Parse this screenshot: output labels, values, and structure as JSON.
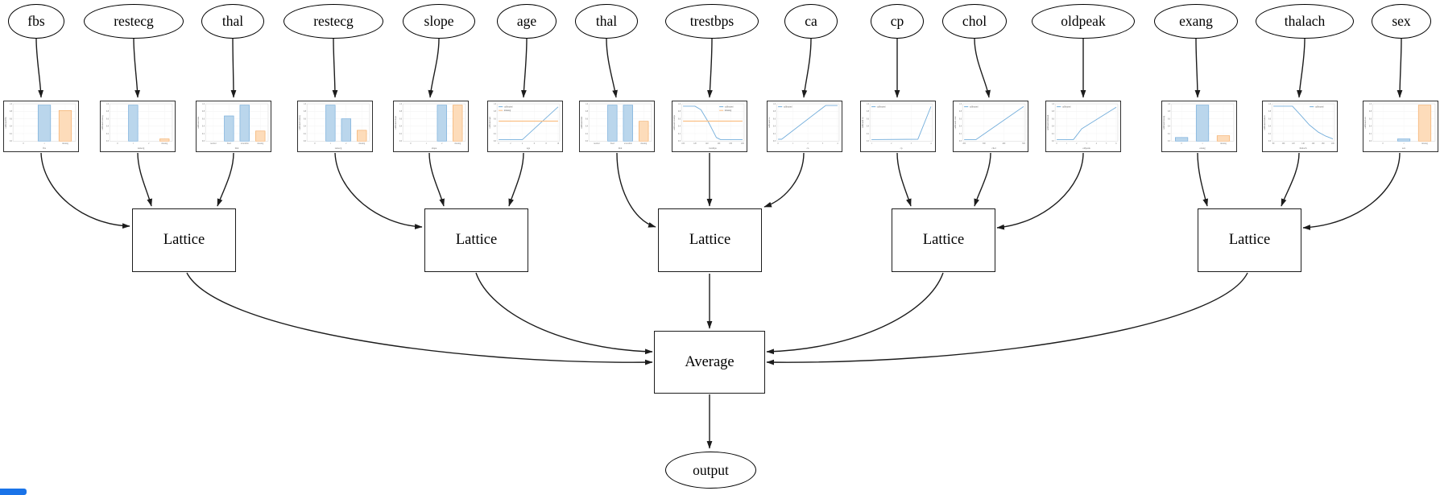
{
  "diagram": {
    "kind": "lattice-ensemble-graph",
    "node_stroke": "#000000",
    "edge_color": "#1c1c1c",
    "background": "#ffffff",
    "corner_artifact_color": "#1a73e8"
  },
  "palette": {
    "bar_blue_fill": "#bad6ec",
    "bar_blue_stroke": "#6fa8d8",
    "bar_orange_fill": "#fddcba",
    "bar_orange_stroke": "#f2a860",
    "line_blue": "#74aedb",
    "line_orange": "#fbbf85",
    "grid": "#ededed",
    "frame": "#c9c9c9",
    "tick_text": "#777777",
    "label_text": "#666666"
  },
  "nodes": {
    "features": [
      {
        "label": "fbs",
        "chart": {
          "type": "bar",
          "ylabel": "calibrated fbs",
          "xlabel": "fbs",
          "yticks": [
            "1.0",
            "0.8",
            "0.6",
            "0.4",
            "0.2",
            "0.0"
          ],
          "categories": [
            "0",
            "1",
            "missing"
          ],
          "values": [
            0,
            1.0,
            0.85
          ]
        }
      },
      {
        "label": "restecg",
        "chart": {
          "type": "bar",
          "ylabel": "calibrated restecg",
          "xlabel": "restecg",
          "yticks": [
            "1.0",
            "0.8",
            "0.6",
            "0.4",
            "0.2",
            "0.0"
          ],
          "categories": [
            "0",
            "1",
            "2",
            "missing"
          ],
          "values": [
            0,
            1.0,
            0,
            0.06
          ]
        }
      },
      {
        "label": "thal",
        "chart": {
          "type": "bar",
          "ylabel": "calibrated thal",
          "xlabel": "thal",
          "yticks": [
            "1.0",
            "0.8",
            "0.6",
            "0.4",
            "0.2",
            "0.0"
          ],
          "categories": [
            "normal",
            "fixed",
            "reversible",
            "missing"
          ],
          "values": [
            0,
            0.7,
            1.0,
            0.28
          ]
        }
      },
      {
        "label": "restecg",
        "chart": {
          "type": "bar",
          "ylabel": "calibrated restecg",
          "xlabel": "restecg",
          "yticks": [
            "1.0",
            "0.8",
            "0.6",
            "0.4",
            "0.2",
            "0.0"
          ],
          "categories": [
            "0",
            "1",
            "2",
            "missing"
          ],
          "values": [
            0,
            1.0,
            0.62,
            0.3
          ]
        }
      },
      {
        "label": "slope",
        "chart": {
          "type": "bar",
          "ylabel": "calibrated slope",
          "xlabel": "slope",
          "yticks": [
            "1.0",
            "0.8",
            "0.6",
            "0.4",
            "0.2",
            "0.0"
          ],
          "categories": [
            "0",
            "1",
            "2",
            "missing"
          ],
          "values": [
            0,
            0,
            1.0,
            1.0
          ]
        }
      },
      {
        "label": "age",
        "chart": {
          "type": "line",
          "ylabel": "calibrated age",
          "xlabel": "age",
          "yticks": [
            "1.0",
            "0.8",
            "0.6",
            "0.4",
            "0.2",
            "0.0"
          ],
          "xticks": [
            "0",
            "2",
            "4",
            "6",
            "8",
            "10"
          ],
          "legend_pos": "tl",
          "series": [
            {
              "name": "calibrated",
              "color": "blue",
              "points": [
                [
                  0,
                  0.02
                ],
                [
                  0.4,
                  0.02
                ],
                [
                  1,
                  0.96
                ]
              ]
            },
            {
              "name": "missing",
              "color": "orange",
              "points": [
                [
                  0,
                  0.55
                ],
                [
                  1,
                  0.55
                ]
              ]
            }
          ]
        }
      },
      {
        "label": "thal",
        "chart": {
          "type": "bar",
          "ylabel": "calibrated thal",
          "xlabel": "thal",
          "yticks": [
            "1.0",
            "0.8",
            "0.6",
            "0.4",
            "0.2",
            "0.0"
          ],
          "categories": [
            "normal",
            "fixed",
            "reversible",
            "missing"
          ],
          "values": [
            0,
            1.0,
            1.0,
            0.55
          ]
        }
      },
      {
        "label": "trestbps",
        "chart": {
          "type": "line",
          "ylabel": "calibrated trestbps",
          "xlabel": "trestbps",
          "yticks": [
            "1.0",
            "0.8",
            "0.6",
            "0.4",
            "0.2",
            "0.0"
          ],
          "xticks": [
            "100",
            "120",
            "140",
            "160",
            "180",
            "200"
          ],
          "legend_pos": "tr",
          "series": [
            {
              "name": "calibrated",
              "color": "blue",
              "points": [
                [
                  0,
                  0.98
                ],
                [
                  0.2,
                  0.98
                ],
                [
                  0.3,
                  0.88
                ],
                [
                  0.44,
                  0.48
                ],
                [
                  0.56,
                  0.08
                ],
                [
                  0.63,
                  0.02
                ],
                [
                  1,
                  0.02
                ]
              ]
            },
            {
              "name": "missing",
              "color": "orange",
              "points": [
                [
                  0,
                  0.55
                ],
                [
                  1,
                  0.55
                ]
              ]
            }
          ]
        }
      },
      {
        "label": "ca",
        "chart": {
          "type": "line",
          "ylabel": "calibrated ca",
          "xlabel": "ca",
          "yticks": [
            "1.0",
            "0.8",
            "0.6",
            "0.4",
            "0.2",
            "0.0"
          ],
          "xticks": [
            "0",
            "1",
            "2",
            "3",
            "4"
          ],
          "legend_pos": "tl",
          "series": [
            {
              "name": "calibrated",
              "color": "blue",
              "points": [
                [
                  0,
                  0.03
                ],
                [
                  0.06,
                  0.03
                ],
                [
                  0.8,
                  1.0
                ],
                [
                  1,
                  1.0
                ]
              ]
            }
          ]
        }
      },
      {
        "label": "cp",
        "chart": {
          "type": "line",
          "ylabel": "calibrated cp",
          "xlabel": "cp",
          "yticks": [
            "1.0",
            "0.8",
            "0.6",
            "0.4",
            "0.2",
            "0.0"
          ],
          "xticks": [
            "1",
            "2",
            "3",
            "4"
          ],
          "legend_pos": "tl",
          "series": [
            {
              "name": "calibrated",
              "color": "blue",
              "points": [
                [
                  0,
                  0.02
                ],
                [
                  0.78,
                  0.03
                ],
                [
                  1,
                  0.97
                ]
              ]
            }
          ]
        }
      },
      {
        "label": "chol",
        "chart": {
          "type": "line",
          "ylabel": "calibrated chol",
          "xlabel": "chol",
          "yticks": [
            "1.0",
            "0.8",
            "0.6",
            "0.4",
            "0.2",
            "0.0"
          ],
          "xticks": [
            "200",
            "300",
            "400",
            "500"
          ],
          "legend_pos": "tl",
          "series": [
            {
              "name": "calibrated",
              "color": "blue",
              "points": [
                [
                  0,
                  0.02
                ],
                [
                  0.2,
                  0.02
                ],
                [
                  1,
                  0.97
                ]
              ]
            }
          ]
        }
      },
      {
        "label": "oldpeak",
        "chart": {
          "type": "line",
          "ylabel": "calibrated oldpeak",
          "xlabel": "oldpeak",
          "yticks": [
            "1.0",
            "0.8",
            "0.6",
            "0.4",
            "0.2",
            "0.0"
          ],
          "xticks": [
            "0",
            "1",
            "2",
            "3",
            "4",
            "5",
            "6"
          ],
          "legend_pos": "tl",
          "series": [
            {
              "name": "calibrated",
              "color": "blue",
              "points": [
                [
                  0,
                  0.02
                ],
                [
                  0.28,
                  0.02
                ],
                [
                  0.42,
                  0.33
                ],
                [
                  1,
                  0.95
                ]
              ]
            }
          ]
        }
      },
      {
        "label": "exang",
        "chart": {
          "type": "bar",
          "ylabel": "calibrated exang",
          "xlabel": "exang",
          "yticks": [
            "1.0",
            "0.8",
            "0.6",
            "0.4",
            "0.2",
            "0.0"
          ],
          "categories": [
            "0",
            "1",
            "missing"
          ],
          "values": [
            0.1,
            1.0,
            0.15
          ]
        }
      },
      {
        "label": "thalach",
        "chart": {
          "type": "line",
          "ylabel": "calibrated thalach",
          "xlabel": "thalach",
          "yticks": [
            "1.0",
            "0.8",
            "0.6",
            "0.4",
            "0.2",
            "0.0"
          ],
          "xticks": [
            "80",
            "100",
            "120",
            "140",
            "160",
            "180",
            "200"
          ],
          "legend_pos": "tr",
          "series": [
            {
              "name": "calibrated",
              "color": "blue",
              "points": [
                [
                  0,
                  0.98
                ],
                [
                  0.32,
                  0.98
                ],
                [
                  0.46,
                  0.72
                ],
                [
                  0.6,
                  0.45
                ],
                [
                  0.75,
                  0.24
                ],
                [
                  0.88,
                  0.12
                ],
                [
                  1,
                  0.04
                ]
              ]
            }
          ]
        }
      },
      {
        "label": "sex",
        "chart": {
          "type": "bar",
          "ylabel": "calibrated sex",
          "xlabel": "sex",
          "yticks": [
            "1.0",
            "0.8",
            "0.6",
            "0.4",
            "0.2",
            "0.0"
          ],
          "categories": [
            "0",
            "1",
            "missing"
          ],
          "values": [
            0,
            0.06,
            1.0
          ]
        }
      }
    ],
    "lattices": [
      {
        "label": "Lattice",
        "inputs": [
          0,
          1,
          2
        ]
      },
      {
        "label": "Lattice",
        "inputs": [
          3,
          4,
          5
        ]
      },
      {
        "label": "Lattice",
        "inputs": [
          6,
          7,
          8
        ]
      },
      {
        "label": "Lattice",
        "inputs": [
          9,
          10,
          11
        ]
      },
      {
        "label": "Lattice",
        "inputs": [
          12,
          13,
          14
        ]
      }
    ],
    "average": {
      "label": "Average"
    },
    "output": {
      "label": "output"
    }
  },
  "edges": {
    "feature_to_chart": "each feature ellipse points to its calibrator plot",
    "chart_to_lattice_groups": [
      [
        0,
        1,
        2
      ],
      [
        3,
        4,
        5
      ],
      [
        6,
        7,
        8
      ],
      [
        9,
        10,
        11
      ],
      [
        12,
        13,
        14
      ]
    ],
    "lattice_to": "Average",
    "average_to": "output"
  }
}
